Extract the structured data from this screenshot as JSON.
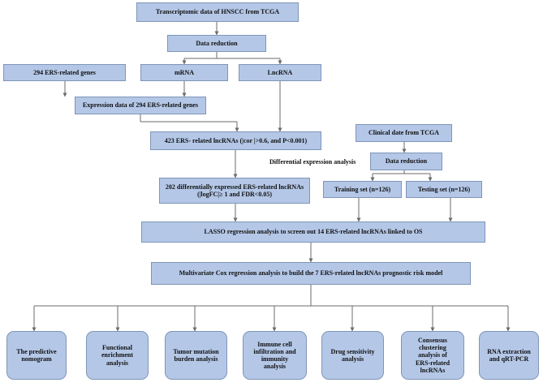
{
  "nodes": {
    "tcga_transcriptomic": "Transcriptomic data of HNSCC from TCGA",
    "data_reduction_top": "Data reduction",
    "ers_genes": "294 ERS-related genes",
    "mrna": "mRNA",
    "lncrna": "LncRNA",
    "expression_data": "Expression data of 294 ERS-related genes",
    "ers_lncrnas_423": "423 ERS- related lncRNAs (|cor |>0.6, and P<0.001)",
    "clinical_date": "Clinical date from TCGA",
    "data_reduction_right": "Data reduction",
    "diff_expr_label": "Differential expression analysis",
    "diff_expr_202": "202 differentially expressed ERS-related lncRNAs\n(|logFC|≥ 1 and FDR<0.05)",
    "training_set": "Training set (n=126)",
    "testing_set": "Testing set (n=126)",
    "lasso": "LASSO regression analysis to screen out 14 ERS-related lncRNAs linked to OS",
    "multivariate_cox": "Multivariate Cox regression analysis to build the 7 ERS-related lncRNAs prognostic risk model"
  },
  "outcomes": [
    "The predictive\nnomogram",
    "Functional\nenrichment\nanalysis",
    "Tumor mutation\nburden analysis",
    "Immune cell\ninfiltration and\nimmunity\nanalysis",
    "Drug sensitivity\nanalysis",
    "Consensus\nclustering\nanalysis of\nERS-related\nlncRNAs",
    "RNA extraction\nand qRT-PCR"
  ],
  "colors": {
    "box_fill": "#b4c7e7",
    "box_border": "#7f95b8",
    "arrow": "#6b6b6b",
    "text": "#111111"
  }
}
